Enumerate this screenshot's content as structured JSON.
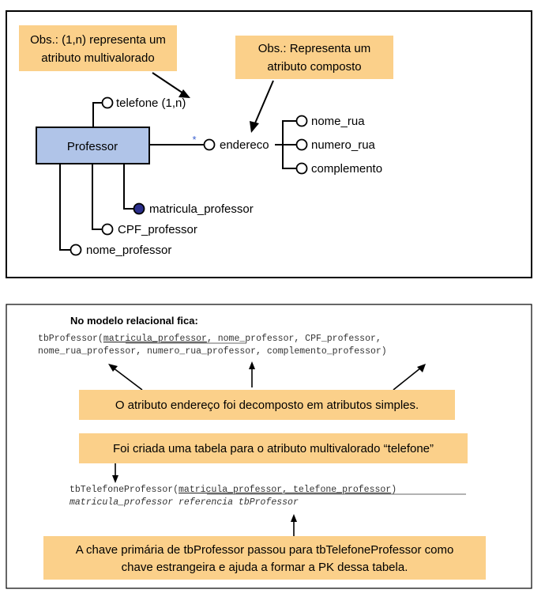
{
  "er_diagram": {
    "note_multivalued": [
      "Obs.: (1,n) representa um",
      "atributo multivalorado"
    ],
    "note_composite": [
      "Obs.: Representa um",
      "atributo composto"
    ],
    "entity": "Professor",
    "attributes": {
      "telefone": "telefone (1,n)",
      "endereco": "endereco",
      "nome_rua": "nome_rua",
      "numero_rua": "numero_rua",
      "complemento": "complemento",
      "matricula": "matricula_professor",
      "cpf": "CPF_professor",
      "nome": "nome_professor"
    },
    "composite_marker": "*"
  },
  "relational": {
    "heading": "No modelo relacional fica:",
    "table1_line1_prefix": "tbProfessor(",
    "table1_line1_pk": "matricula_professor",
    "table1_line1_rest": ", nome_professor, CPF_professor,",
    "table1_line2": "nome_rua_professor, numero_rua_professor, complemento_professor)",
    "note_decomposed": "O atributo endereço foi decomposto em atributos simples.",
    "note_new_table": "Foi criada uma tabela para o atributo multivalorado “telefone”",
    "table2_prefix": "tbTelefoneProfessor(",
    "table2_pk": "matricula_professor, telefone_professor",
    "table2_suffix": ")",
    "table2_fk": "matricula_professor referencia tbProfessor",
    "note_pk": [
      "A chave primária de tbProfessor passou para tbTelefoneProfessor como",
      "chave estrangeira e ajuda a formar a PK dessa tabela."
    ]
  },
  "colors": {
    "note_fill": "#fbd08a",
    "entity_fill": "#b0c4e8",
    "key_attr_fill": "#2b2f8c",
    "border": "#000000"
  }
}
